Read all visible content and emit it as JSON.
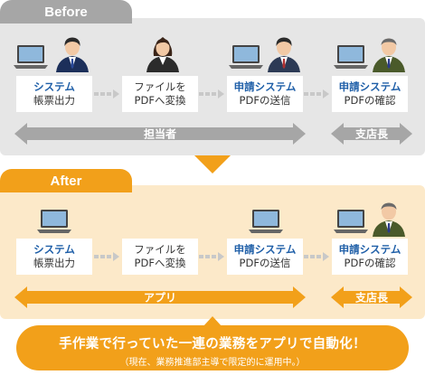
{
  "before": {
    "label": "Before",
    "steps": [
      {
        "l1": "システム",
        "l2": "帳票出力"
      },
      {
        "l1": "ファイルを",
        "l2": "PDFへ変換"
      },
      {
        "l1": "申請システム",
        "l2": "PDFの送信"
      },
      {
        "l1": "申請システム",
        "l2": "PDFの確認"
      }
    ],
    "arrow_left": "担当者",
    "arrow_right": "支店長"
  },
  "after": {
    "label": "After",
    "steps": [
      {
        "l1": "システム",
        "l2": "帳票出力"
      },
      {
        "l1": "ファイルを",
        "l2": "PDFへ変換"
      },
      {
        "l1": "申請システム",
        "l2": "PDFの送信"
      },
      {
        "l1": "申請システム",
        "l2": "PDFの確認"
      }
    ],
    "arrow_left": "アプリ",
    "arrow_right": "支店長"
  },
  "banner": {
    "main": "手作業で行っていた一連の業務をアプリで自動化！",
    "sub": "（現在、業務推進部主導で限定的に運用中。）"
  },
  "colors": {
    "before_panel": "#e6e6e6",
    "before_tab": "#a6a6a6",
    "before_arrow": "#a6a6a6",
    "after_panel": "#fce9c9",
    "after_tab": "#f2a01a",
    "after_arrow": "#f2a01a",
    "label_blue": "#1f5fa8"
  }
}
